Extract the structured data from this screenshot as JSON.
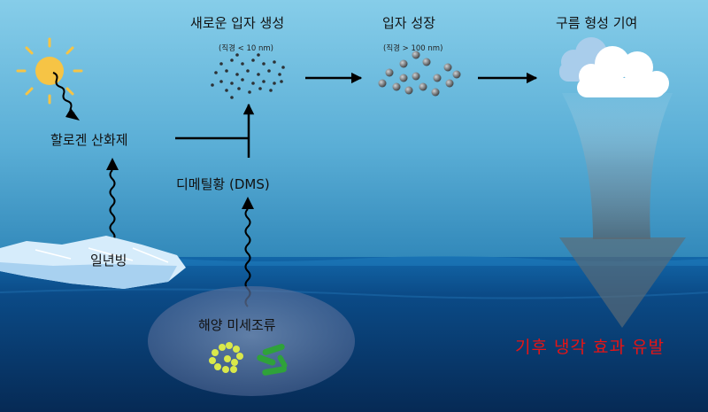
{
  "labels": {
    "new_particle": "새로운 입자 생성",
    "new_particle_size": "(직경 < 10 nm)",
    "particle_growth": "입자 성장",
    "particle_growth_size": "(직경 > 100 nm)",
    "cloud": "구름 형성 기여",
    "halogen": "할로겐 산화제",
    "dms": "디메틸황 (DMS)",
    "sea_ice": "일년빙",
    "ocean_microbes": "해양 미세조류",
    "effect": "기후 냉각 효과 유발"
  },
  "icons": {
    "sun": "sun-icon",
    "cloud": "cloud-icon",
    "ice": "sea-ice-floe",
    "microbes": "microalgae-cells"
  },
  "colors": {
    "sky_top": "#7ec7e6",
    "sky_bottom": "#2d8fbf",
    "sea": "#0a3f78",
    "sun": "#f6c445",
    "effect_text": "#e81414",
    "microbe_yellow": "#d9e84a",
    "microbe_green": "#2fa23a"
  }
}
